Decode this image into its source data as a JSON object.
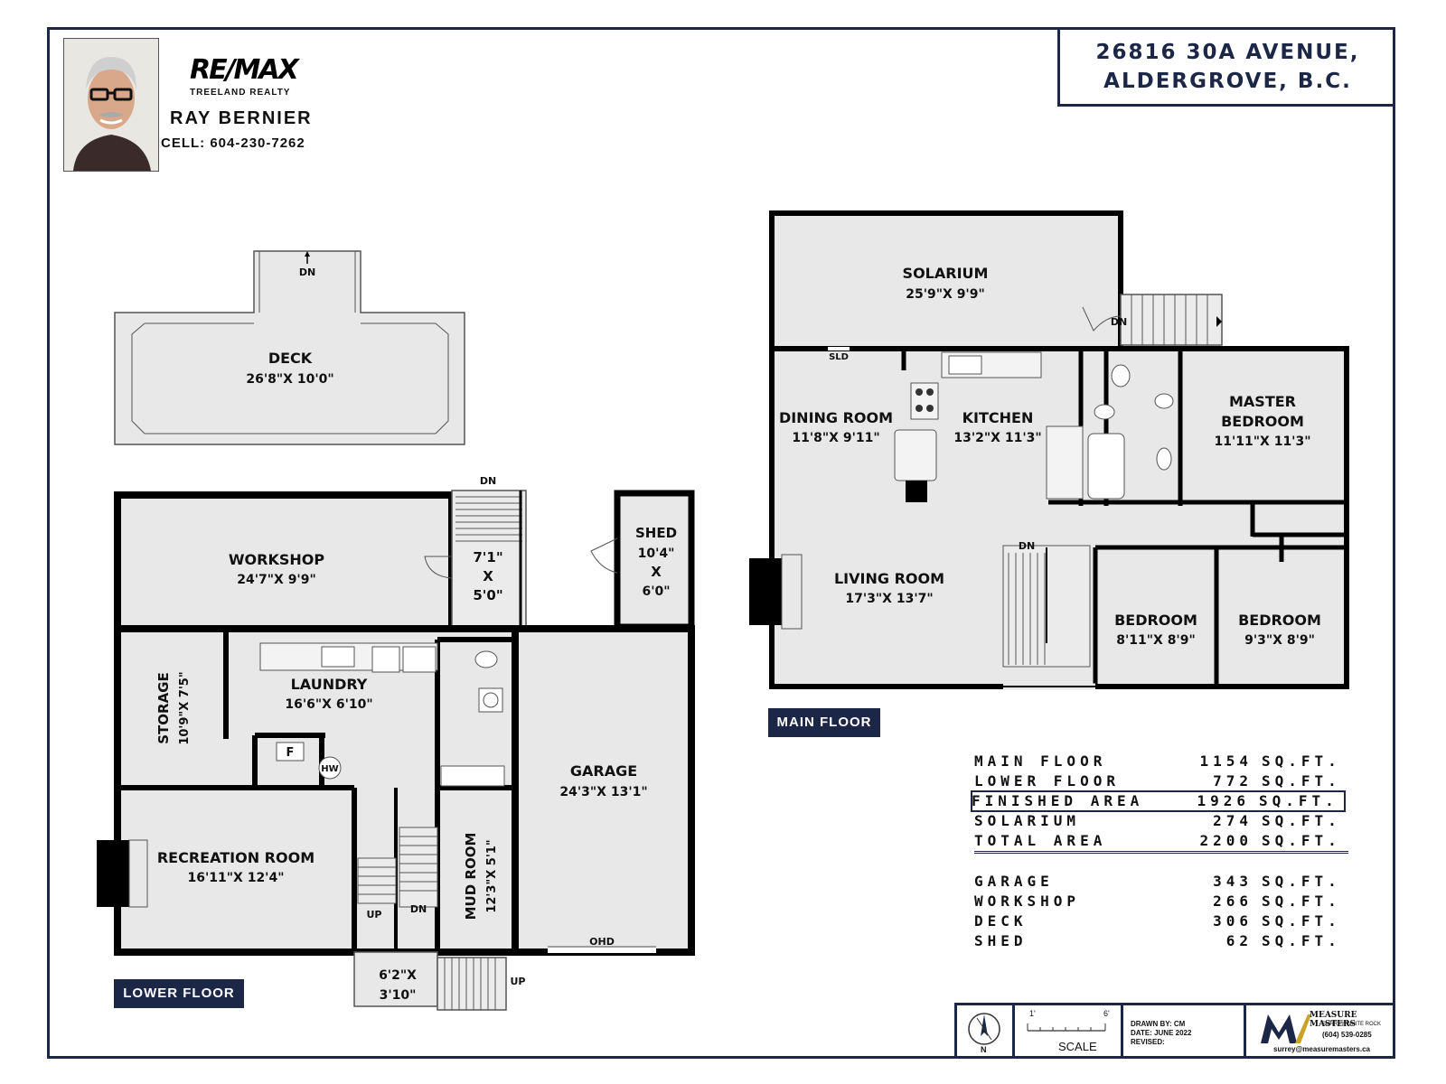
{
  "address": {
    "line1": "26816 30A AVENUE,",
    "line2": "ALDERGROVE, B.C."
  },
  "agent": {
    "brand": "RE/MAX",
    "office": "TREELAND REALTY",
    "name": "RAY BERNIER",
    "cell": "CELL: 604-230-7262"
  },
  "floors": {
    "main": "MAIN FLOOR",
    "lower": "LOWER FLOOR"
  },
  "rooms": {
    "deck": {
      "name": "DECK",
      "dim": "26'8\"X 10'0\""
    },
    "deck_dn": "DN",
    "workshop": {
      "name": "WORKSHOP",
      "dim": "24'7\"X 9'9\""
    },
    "stair_lower": {
      "dn": "DN",
      "d1": "7'1\"",
      "d2": "X",
      "d3": "5'0\""
    },
    "shed": {
      "name": "SHED",
      "d1": "10'4\"",
      "d2": "X",
      "d3": "6'0\""
    },
    "storage": {
      "name": "STORAGE",
      "dim": "10'9\"X 7'5\""
    },
    "laundry": {
      "name": "LAUNDRY",
      "dim": "16'6\"X 6'10\""
    },
    "furnace": "F",
    "hotwater": "HW",
    "garage": {
      "name": "GARAGE",
      "dim": "24'3\"X 13'1\"",
      "door": "OHD"
    },
    "mudroom": {
      "name": "MUD ROOM",
      "dim": "12'3\"X 5'1\""
    },
    "recreation": {
      "name": "RECREATION ROOM",
      "dim": "16'11\"X 12'4\""
    },
    "up": "UP",
    "dn": "DN",
    "entry": {
      "d1": "6'2\"X",
      "d2": "3'10\""
    },
    "entry_up": "UP",
    "solarium": {
      "name": "SOLARIUM",
      "dim": "25'9\"X 9'9\""
    },
    "solarium_dn": "DN",
    "sld": "SLD",
    "dining": {
      "name": "DINING ROOM",
      "dim": "11'8\"X 9'11\""
    },
    "kitchen": {
      "name": "KITCHEN",
      "dim": "13'2\"X 11'3\""
    },
    "master": {
      "name1": "MASTER",
      "name2": "BEDROOM",
      "dim": "11'11\"X 11'3\""
    },
    "living": {
      "name": "LIVING ROOM",
      "dim": "17'3\"X 13'7\""
    },
    "main_dn": "DN",
    "bed1": {
      "name": "BEDROOM",
      "dim": "8'11\"X 8'9\""
    },
    "bed2": {
      "name": "BEDROOM",
      "dim": "9'3\"X 8'9\""
    }
  },
  "areas": [
    {
      "name": "MAIN FLOOR",
      "value": "1154",
      "unit": "SQ.FT."
    },
    {
      "name": "LOWER FLOOR",
      "value": "772",
      "unit": "SQ.FT."
    },
    {
      "name": "FINISHED AREA",
      "value": "1926",
      "unit": "SQ.FT."
    },
    {
      "name": "SOLARIUM",
      "value": "274",
      "unit": "SQ.FT."
    },
    {
      "name": "TOTAL AREA",
      "value": "2200",
      "unit": "SQ.FT."
    },
    {
      "name": "GARAGE",
      "value": "343",
      "unit": "SQ.FT."
    },
    {
      "name": "WORKSHOP",
      "value": "266",
      "unit": "SQ.FT."
    },
    {
      "name": "DECK",
      "value": "306",
      "unit": "SQ.FT."
    },
    {
      "name": "SHED",
      "value": "62",
      "unit": "SQ.FT."
    }
  ],
  "footer": {
    "north": "N",
    "scale_min": "1'",
    "scale_max": "6'",
    "scale_label": "SCALE",
    "drawn_by": "DRAWN BY: CM",
    "date": "DATE: JUNE 2022",
    "revised": "REVISED:",
    "company": "MEASURE MASTERS",
    "company_sub": "SURREY/WHITE ROCK",
    "phone": "(604) 539-0285",
    "email": "surrey@measuremasters.ca"
  },
  "colors": {
    "navy": "#1c2748",
    "room_fill": "#e8e8e8",
    "wall": "#000000"
  }
}
